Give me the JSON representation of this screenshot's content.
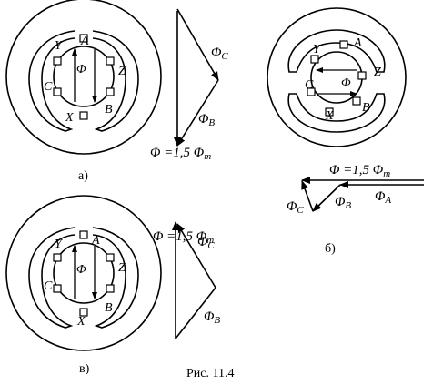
{
  "figure_caption": "Рис. 11.4",
  "panel_a": {
    "label": "а)",
    "windings": {
      "A": "A",
      "B": "B",
      "C": "C",
      "X": "X",
      "Y": "Y",
      "Z": "Z"
    },
    "flux_symbol": "Φ",
    "vector_c_label": "Φ",
    "vector_c_sub": "C",
    "vector_b_label": "Φ",
    "vector_b_sub": "B",
    "result_prefix": "Φ =1,5 Φ",
    "result_sub": "m"
  },
  "panel_b": {
    "label": "б)",
    "windings": {
      "A": "A",
      "B": "B",
      "C": "C",
      "X": "X",
      "Y": "Y",
      "Z": "Z"
    },
    "flux_symbol": "Φ",
    "result_prefix": "Φ =1,5 Φ",
    "result_sub": "m",
    "vector_a_label": "Φ",
    "vector_a_sub": "A",
    "vector_b_label": "Φ",
    "vector_b_sub": "B",
    "vector_c_label": "Φ",
    "vector_c_sub": "C"
  },
  "panel_v": {
    "label": "в)",
    "windings": {
      "A": "A",
      "B": "B",
      "C": "C",
      "X": "X",
      "Y": "Y",
      "Z": "Z"
    },
    "flux_symbol": "Φ",
    "result_prefix": "Φ =1,5 Φ",
    "result_sub": "m",
    "vector_c_label": "Φ",
    "vector_c_sub": "C",
    "vector_b_label": "Φ",
    "vector_b_sub": "B"
  }
}
